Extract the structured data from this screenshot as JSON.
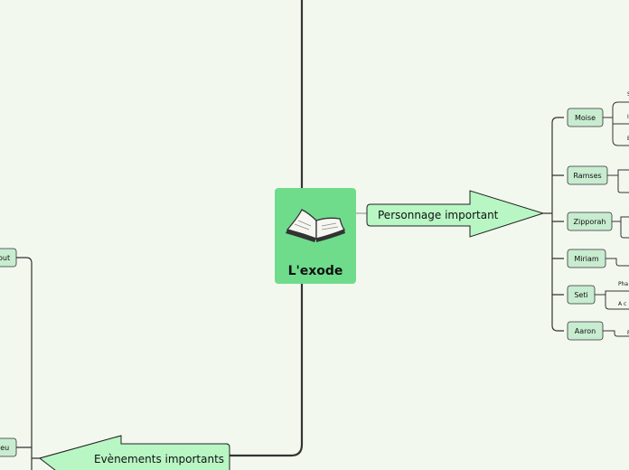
{
  "central": {
    "title": "L'exode"
  },
  "branches": {
    "personnages": {
      "label": "Personnage important",
      "children": [
        "Moise",
        "Ramses",
        "Zipporah",
        "Miriam",
        "Seti",
        "Aaron"
      ]
    },
    "evenements": {
      "label": "Evènements importants",
      "children": [
        "out",
        "ieu"
      ]
    }
  },
  "fragments": {
    "moise": [
      "S",
      "I",
      "E"
    ],
    "seti": [
      "Pha",
      "A c"
    ],
    "aaron": [
      "F"
    ]
  },
  "colors": {
    "background": "#f3f8ef",
    "central_fill": "#6fdc8c",
    "branch_fill": "#b8f6c4",
    "child_fill": "#c8ecd0",
    "line": "#333333"
  }
}
